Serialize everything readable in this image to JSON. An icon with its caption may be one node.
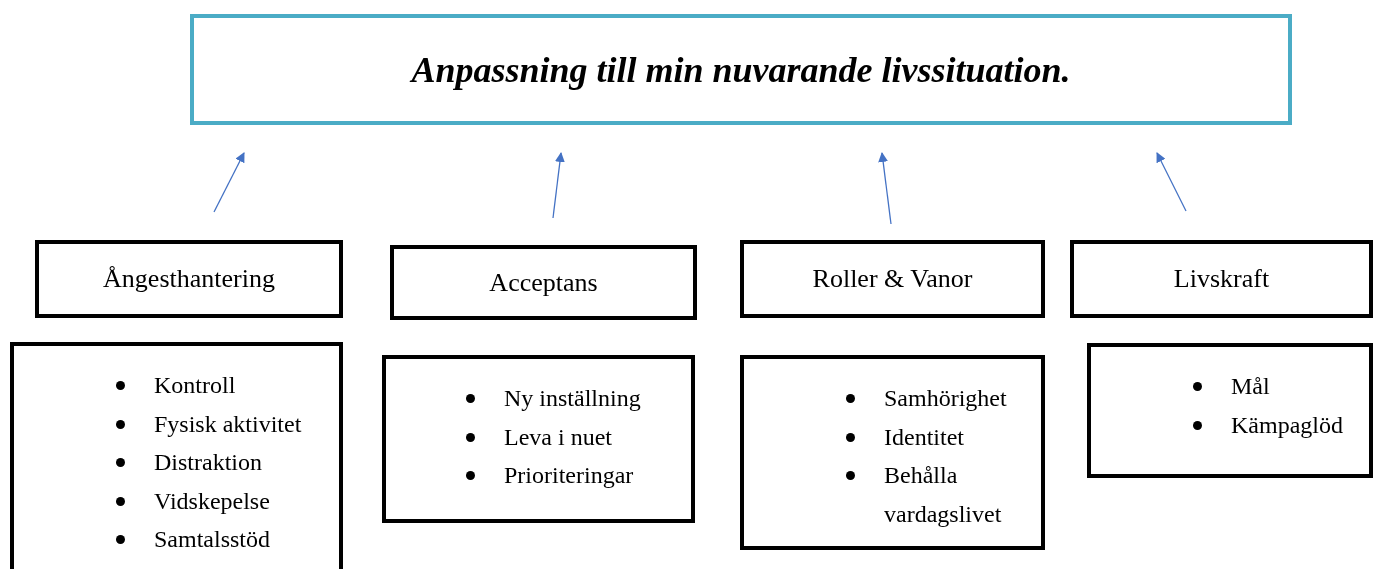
{
  "diagram": {
    "nodes": [
      {
        "text": [
          "Anpassning till min nuvarande livssituation."
        ]
      },
      {
        "text": [
          "Ångesthantering"
        ]
      },
      {
        "text": [
          "Acceptans"
        ]
      },
      {
        "text": [
          "Roller & Vanor"
        ]
      },
      {
        "text": [
          "Livskraft"
        ]
      },
      {
        "text": [
          "Kontroll",
          "Fysisk aktivitet",
          "Distraktion",
          "Vidskepelse",
          "Samtalsstöd"
        ]
      },
      {
        "text": [
          "Ny inställning",
          "Leva i nuet",
          "Prioriteringar"
        ]
      },
      {
        "text": [
          "Samhörighet",
          "Identitet",
          "Behålla vardagslivet"
        ]
      },
      {
        "text": [
          "Mål",
          "Kämpaglöd"
        ]
      }
    ],
    "edges": [
      {
        "from": 1,
        "to": 0,
        "arrow": "to"
      },
      {
        "from": 2,
        "to": 0,
        "arrow": "to"
      },
      {
        "from": 3,
        "to": 0,
        "arrow": "to"
      },
      {
        "from": 4,
        "to": 0,
        "arrow": "to"
      }
    ]
  }
}
